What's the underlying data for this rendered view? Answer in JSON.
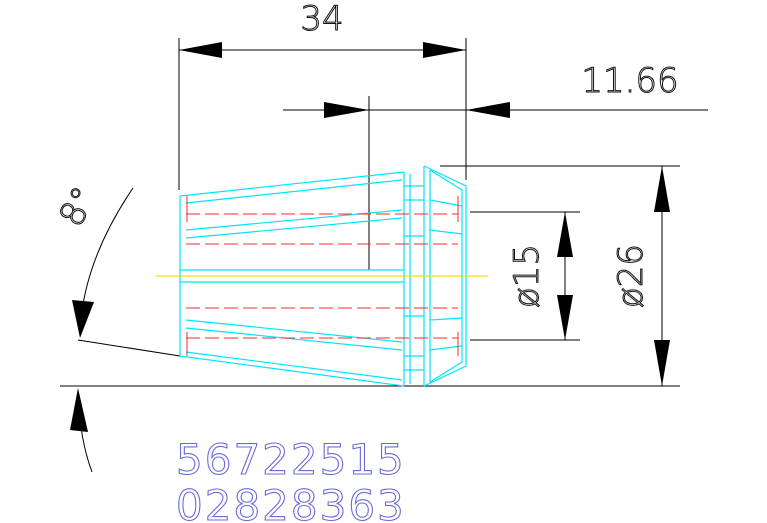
{
  "dimensions": {
    "overall_length": "34",
    "nose_length": "11.66",
    "bore_diameter": "ø15",
    "outer_diameter": "ø26",
    "taper_angle": "8°"
  },
  "part_numbers": [
    "56722515",
    "02828363"
  ],
  "colors": {
    "outline": "#00e5ff",
    "hidden_lines": "#ff2a2a",
    "centerline": "#f2e200",
    "dimension": "#000000",
    "text": "#6b6bd6"
  }
}
